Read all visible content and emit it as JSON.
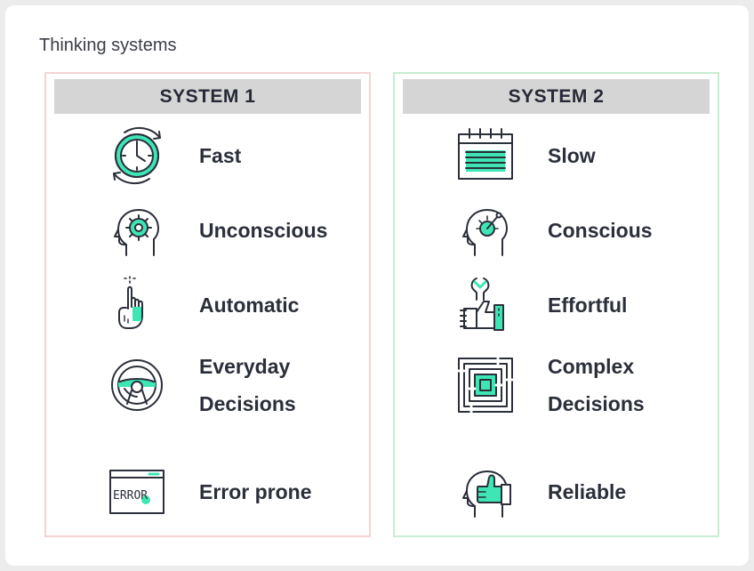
{
  "page": {
    "title": "Thinking systems"
  },
  "colors": {
    "accent": "#3ee6b4",
    "ink": "#2b2f3a",
    "system1_border": "#f3d3d3",
    "system2_border": "#c9ecd2",
    "header_bg": "#d5d5d5"
  },
  "system1": {
    "header": "SYSTEM 1",
    "items": [
      {
        "icon": "clock-icon",
        "label": "Fast"
      },
      {
        "icon": "head-gear-icon",
        "label": "Unconscious"
      },
      {
        "icon": "tapping-hand-icon",
        "label": "Automatic"
      },
      {
        "icon": "steering-wheel-icon",
        "label_line1": "Everyday",
        "label_line2": "Decisions"
      },
      {
        "icon": "error-window-icon",
        "label": "Error prone",
        "icon_text": "ERROR"
      }
    ]
  },
  "system2": {
    "header": "SYSTEM 2",
    "items": [
      {
        "icon": "calendar-icon",
        "label": "Slow"
      },
      {
        "icon": "head-gauge-icon",
        "label": "Conscious"
      },
      {
        "icon": "hand-wrench-icon",
        "label": "Effortful"
      },
      {
        "icon": "maze-icon",
        "label_line1": "Complex",
        "label_line2": "Decisions"
      },
      {
        "icon": "head-thumbs-up-icon",
        "label": "Reliable"
      }
    ]
  }
}
